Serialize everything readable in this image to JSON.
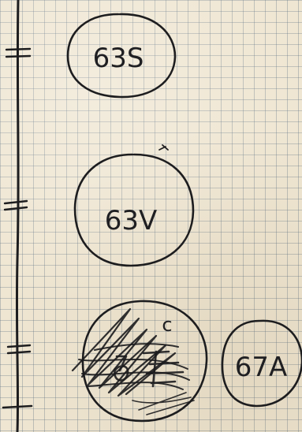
{
  "photo": {
    "subject": "graph-paper",
    "colors": {
      "paper": "#efe6d2",
      "grid": "#5c7082",
      "ink": "#1d1d1f"
    }
  },
  "notes": {
    "nodes": [
      {
        "label": "63S"
      },
      {
        "label": "63V"
      },
      {
        "label": "67A"
      }
    ],
    "overwritten_node": {
      "visible_letter": "c"
    }
  }
}
